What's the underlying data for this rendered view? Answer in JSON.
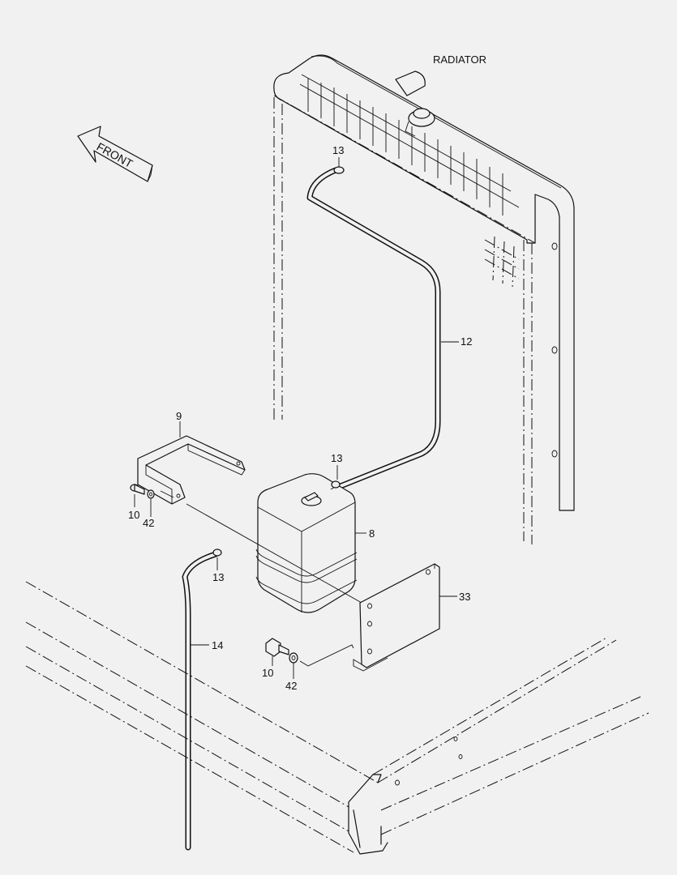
{
  "labels": {
    "radiator": "RADIATOR",
    "front": "FRONT",
    "p13a": "13",
    "p12": "12",
    "p9": "9",
    "p13b": "13",
    "p10a": "10",
    "p42a": "42",
    "p8": "8",
    "p13c": "13",
    "p33": "33",
    "p14": "14",
    "p10b": "10",
    "p42b": "42"
  }
}
